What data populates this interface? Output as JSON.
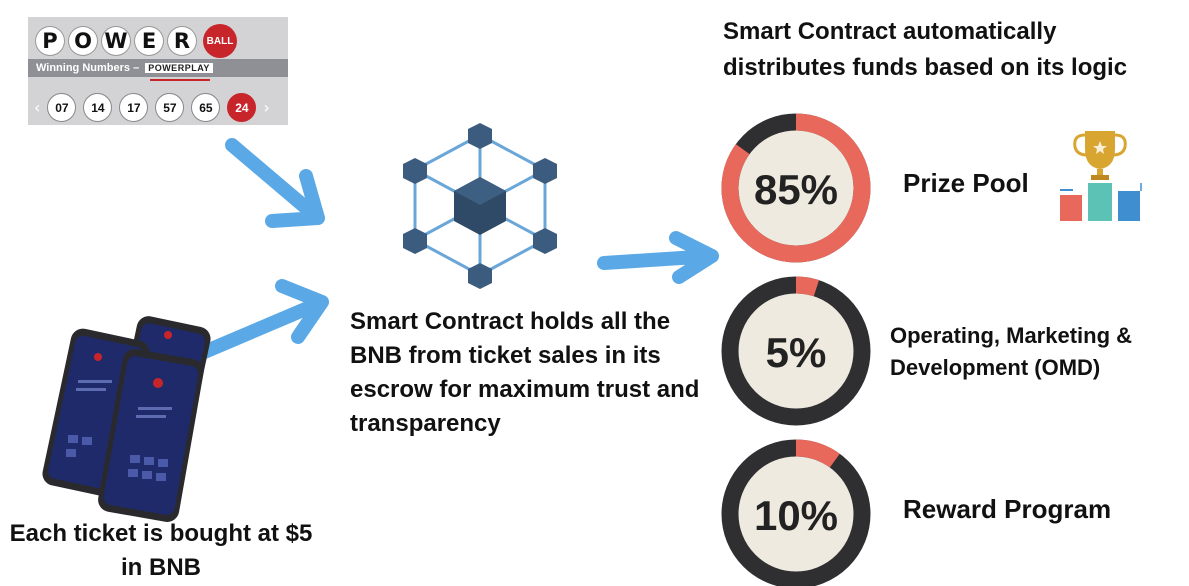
{
  "powerball": {
    "logo_letters": [
      "P",
      "O",
      "W",
      "E",
      "R"
    ],
    "logo_ball": "BALL",
    "strip_label": "Winning Numbers –",
    "powerplay_label": "POWERPLAY",
    "numbers": [
      "07",
      "14",
      "17",
      "57",
      "65"
    ],
    "powerball_number": "24",
    "nav_left": "‹",
    "nav_right": "›"
  },
  "captions": {
    "ticket": "Each ticket is bought at $5 in BNB",
    "escrow": "Smart Contract holds all the BNB from ticket sales in its escrow for maximum trust and transparency",
    "header": "Smart Contract automatically distributes funds based on its logic"
  },
  "distribution": [
    {
      "percent_label": "85%",
      "fraction": 0.85,
      "label": "Prize Pool"
    },
    {
      "percent_label": "5%",
      "fraction": 0.05,
      "label": "Operating, Marketing & Development (OMD)"
    },
    {
      "percent_label": "10%",
      "fraction": 0.1,
      "label": "Reward Program"
    }
  ],
  "colors": {
    "arrow": "#5aa9e6",
    "ring_track": "#2f2f31",
    "ring_fill": "#e8695c",
    "ring_center": "#efeadf",
    "cube_dark": "#2f4a66",
    "cube_light": "#6aa7d8",
    "phone_screen": "#1e2a6a"
  },
  "icons": {
    "network": "blockchain-cube-network-icon",
    "trophy": "trophy-podium-icon",
    "phones": "phones-icon"
  }
}
